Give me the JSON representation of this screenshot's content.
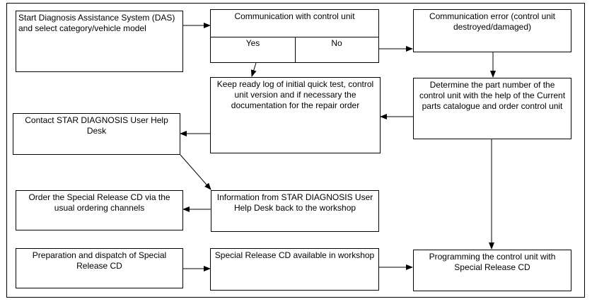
{
  "boxes": {
    "start": "Start Diagnosis Assistance System (DAS) and select category/vehicle model",
    "communication": "Communication with control unit",
    "yes": "Yes",
    "no": "No",
    "comm_error": "Communication error (control unit destroyed/damaged)",
    "keep_log": "Keep ready log of initial quick test, control unit version and if necessary the documentation for the repair order",
    "determine_part": "Determine the part number of the control unit with the help of the Current parts catalogue and order control unit",
    "contact_help": "Contact STAR DIAGNOSIS User Help Desk",
    "info_back": "Information from STAR DIAGNOSIS User Help Desk back to the workshop",
    "order_cd": "Order the Special Release CD via the usual ordering channels",
    "prep_dispatch": "Preparation and dispatch of Special Release CD",
    "cd_available": "Special Release CD available in workshop",
    "programming": "Programming the control unit with Special Release CD"
  }
}
